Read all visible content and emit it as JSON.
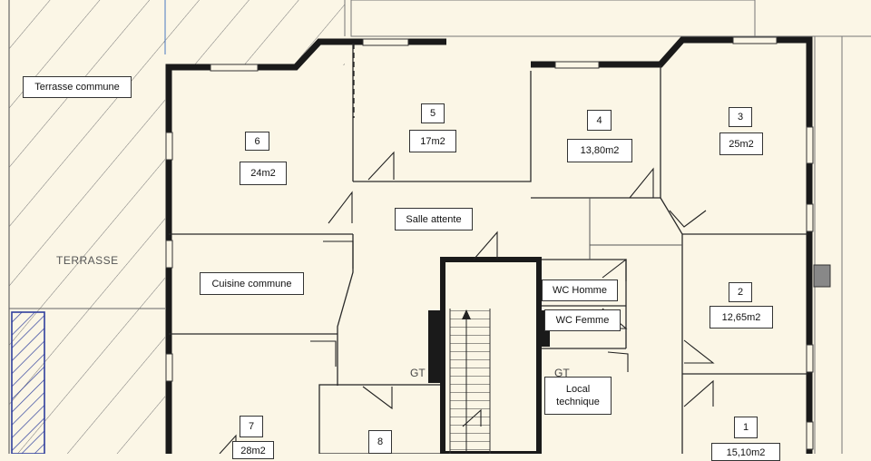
{
  "labels": {
    "terrasse_commune": "Terrasse commune",
    "terrasse": "TERRASSE",
    "salle_attente": "Salle attente",
    "cuisine_commune": "Cuisine commune",
    "wc_homme": "WC Homme",
    "wc_femme": "WC Femme",
    "local_technique": "Local technique",
    "gt_left": "GT",
    "gt_right": "GT"
  },
  "rooms": [
    {
      "number": "6",
      "area": "24m2"
    },
    {
      "number": "5",
      "area": "17m2"
    },
    {
      "number": "4",
      "area": "13,80m2"
    },
    {
      "number": "3",
      "area": "25m2"
    },
    {
      "number": "2",
      "area": "12,65m2"
    },
    {
      "number": "1",
      "area": "15,10m2"
    },
    {
      "number": "7",
      "area": "28m2"
    },
    {
      "number": "8",
      "area": ""
    }
  ],
  "colors": {
    "paper": "#fbf6e6",
    "wall": "#1a1a1a",
    "hatch": "#6b6b6b",
    "blue_hatch": "#2f3f9e"
  }
}
